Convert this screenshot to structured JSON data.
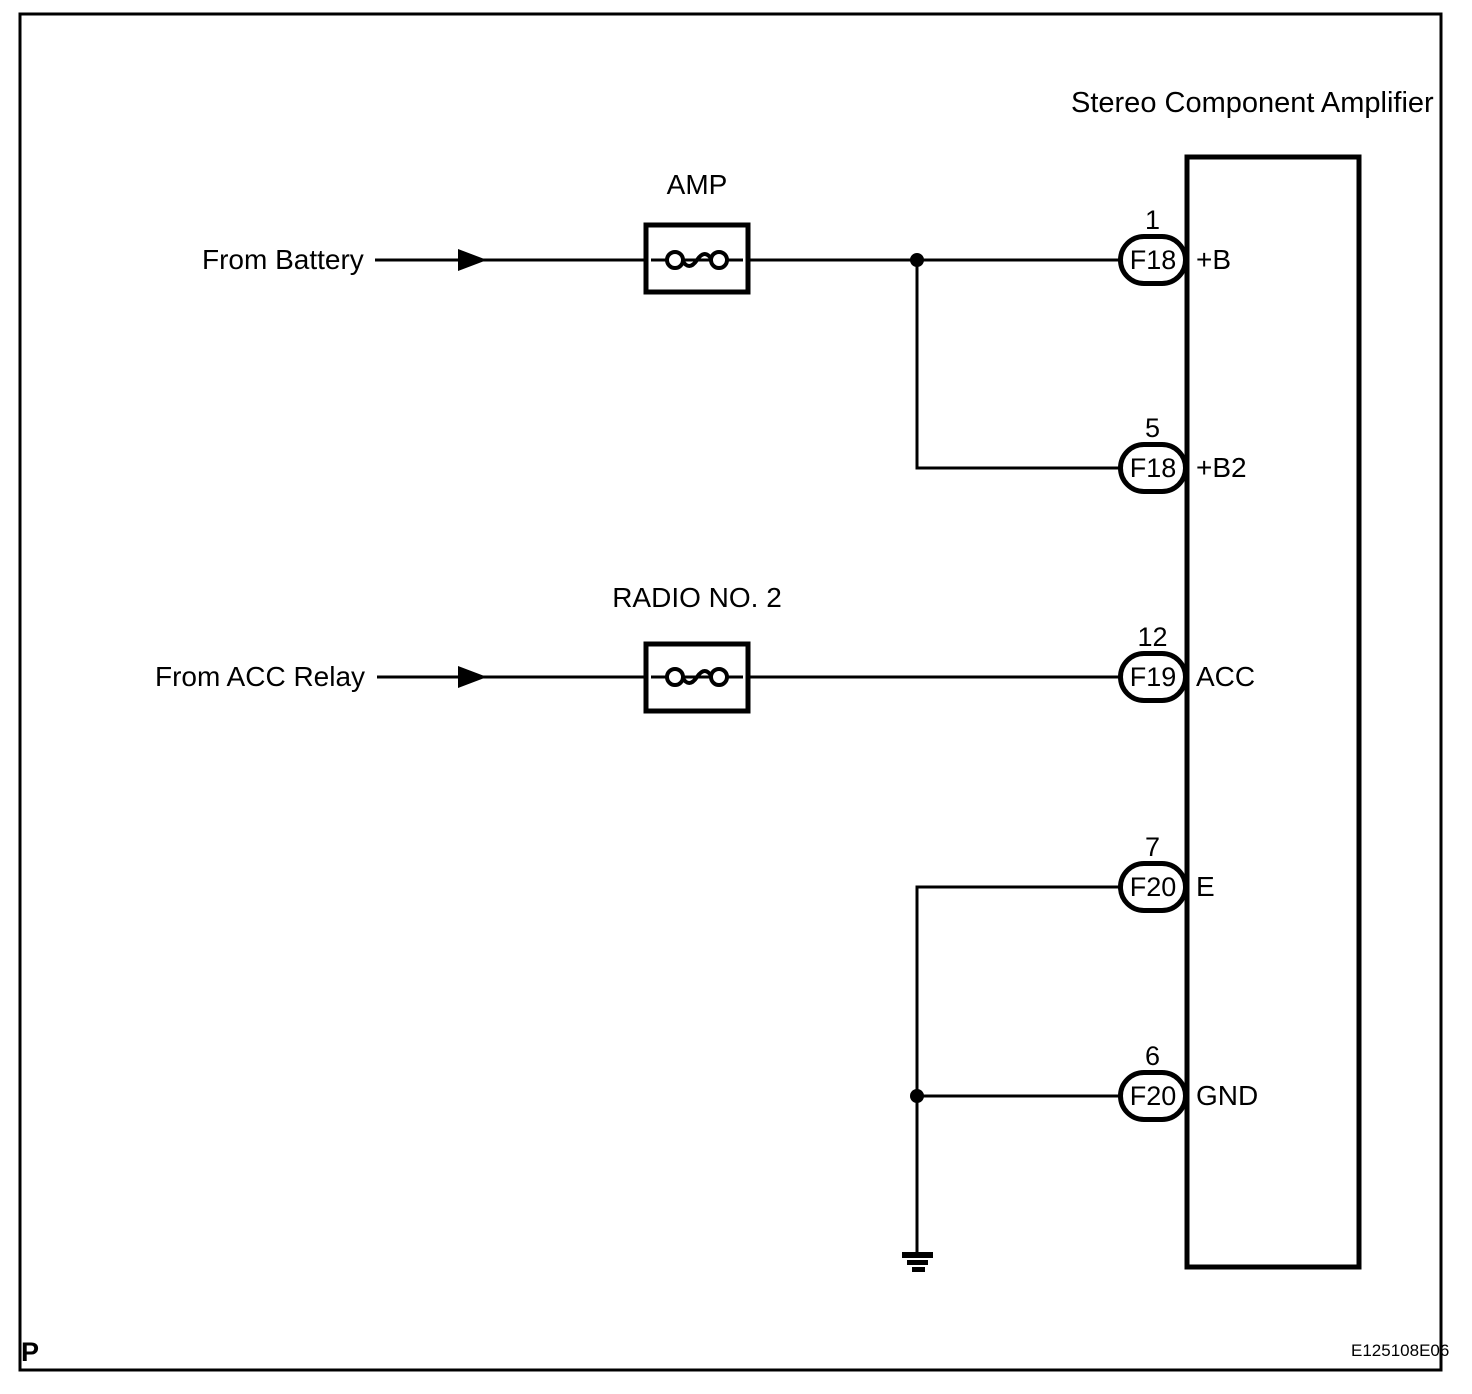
{
  "diagram": {
    "title": "Stereo Component Amplifier",
    "page_letter": "P",
    "figure_code": "E125108E06",
    "colors": {
      "foreground": "#000000",
      "background": "#ffffff"
    },
    "sources": [
      {
        "label": "From Battery"
      },
      {
        "label": "From ACC Relay"
      }
    ],
    "fuses": [
      {
        "label": "AMP"
      },
      {
        "label": "RADIO NO. 2"
      }
    ],
    "pins": [
      {
        "number": "1",
        "connector": "F18",
        "name": "+B"
      },
      {
        "number": "5",
        "connector": "F18",
        "name": "+B2"
      },
      {
        "number": "12",
        "connector": "F19",
        "name": "ACC"
      },
      {
        "number": "7",
        "connector": "F20",
        "name": "E"
      },
      {
        "number": "6",
        "connector": "F20",
        "name": "GND"
      }
    ],
    "icons": {
      "fuse": "fuse-symbol",
      "ground": "ground-symbol",
      "arrow": "flow-arrow-icon",
      "junction": "junction-dot"
    }
  }
}
